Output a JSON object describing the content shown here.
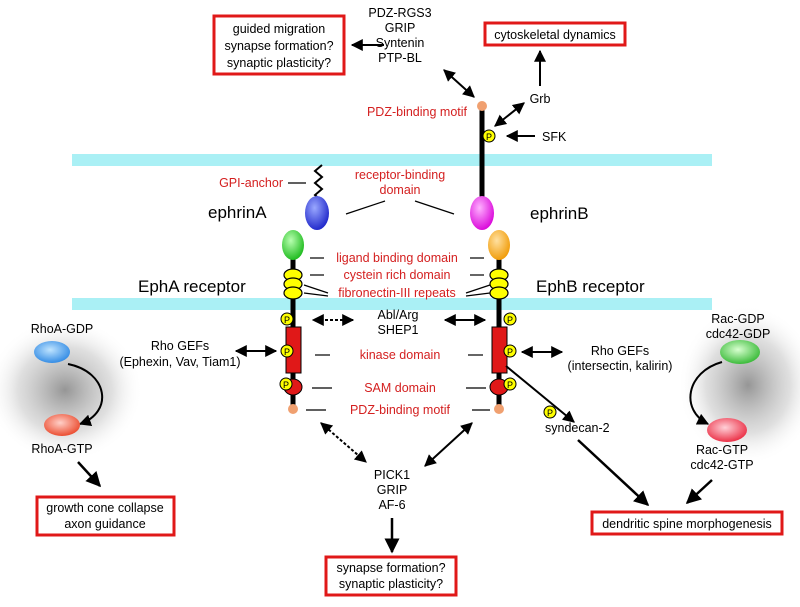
{
  "colors": {
    "red_label": "#d42020",
    "membrane": "#aaf0f5",
    "box_border": "#e01818"
  },
  "labels": {
    "pdz_ligands": [
      "PDZ-RGS3",
      "GRIP",
      "Syntenin",
      "PTP-BL"
    ],
    "guided_box": [
      "guided migration",
      "synapse formation?",
      "synaptic plasticity?"
    ],
    "cytoskeletal_box": "cytoskeletal dynamics",
    "grb": "Grb",
    "sfk": "SFK",
    "pdz_motif_top": "PDZ-binding motif",
    "gpi_anchor": "GPI-anchor",
    "receptor_binding_domain": [
      "receptor-binding",
      "domain"
    ],
    "ephrinA": "ephrinA",
    "ephrinB": "ephrinB",
    "ligand_binding_domain": "ligand binding domain",
    "cystein_rich_domain": "cystein rich domain",
    "fibronectin_repeats": "fibronectin-III repeats",
    "epha_receptor": "EphA receptor",
    "ephb_receptor": "EphB receptor",
    "abl_shep": [
      "Abl/Arg",
      "SHEP1"
    ],
    "kinase_domain": "kinase domain",
    "sam_domain": "SAM domain",
    "pdz_motif_bottom": "PDZ-binding motif",
    "rho_gefs_left": [
      "Rho GEFs",
      "(Ephexin, Vav, Tiam1)"
    ],
    "rho_gefs_right": [
      "Rho GEFs",
      "(intersectin, kalirin)"
    ],
    "rhoa_gdp": "RhoA-GDP",
    "rhoa_gtp": "RhoA-GTP",
    "rac_gdp": [
      "Rac-GDP",
      "cdc42-GDP"
    ],
    "rac_gtp": [
      "Rac-GTP",
      "cdc42-GTP"
    ],
    "syndecan": "syndecan-2",
    "pick_group": [
      "PICK1",
      "GRIP",
      "AF-6"
    ],
    "growth_box": [
      "growth cone collapse",
      "axon guidance"
    ],
    "dendritic_box": "dendritic spine morphogenesis",
    "synapse_box": [
      "synapse formation?",
      "synaptic plasticity?"
    ],
    "p": "P"
  }
}
